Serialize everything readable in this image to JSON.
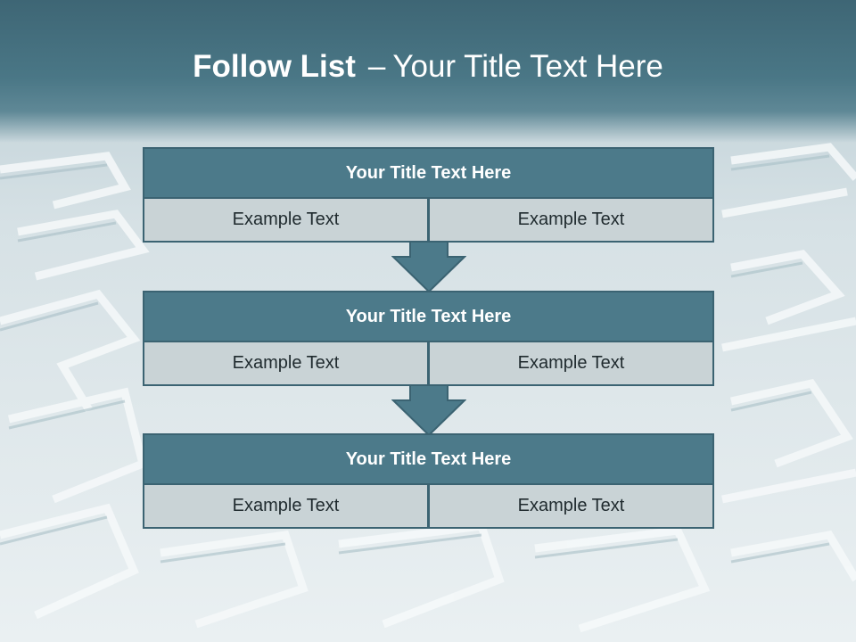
{
  "slide": {
    "title_bold": "Follow List",
    "title_dash": "–",
    "title_rest": "Your Title Text Here"
  },
  "blocks": [
    {
      "title": "Your Title Text Here",
      "left": "Example Text",
      "right": "Example Text"
    },
    {
      "title": "Your Title Text Here",
      "left": "Example Text",
      "right": "Example Text"
    },
    {
      "title": "Your Title Text Here",
      "left": "Example Text",
      "right": "Example Text"
    }
  ],
  "colors": {
    "header": "#4a7786",
    "block_title_bg": "#4c7a8a",
    "block_border": "#3b6372",
    "cell_bg": "#c9d3d6",
    "arrow": "#4c7a8a"
  }
}
